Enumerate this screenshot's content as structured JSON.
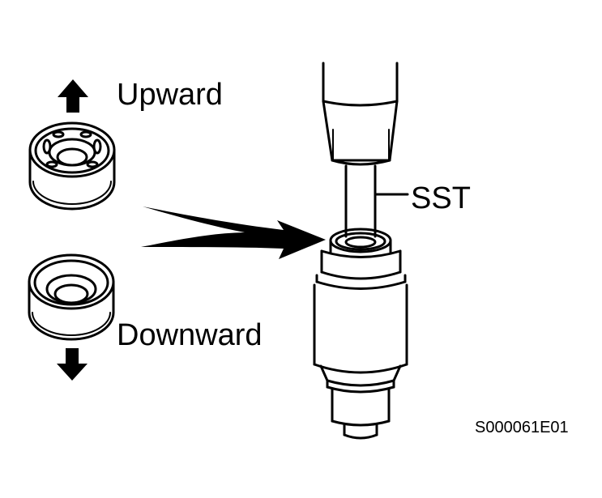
{
  "labels": {
    "upward": "Upward",
    "downward": "Downward",
    "tool": "SST",
    "figure_code": "S000061E01"
  },
  "icons": [
    "up-arrow-icon",
    "down-arrow-icon",
    "right-arrow-icon"
  ],
  "colors": {
    "ink": "#000000",
    "paper": "#ffffff"
  }
}
